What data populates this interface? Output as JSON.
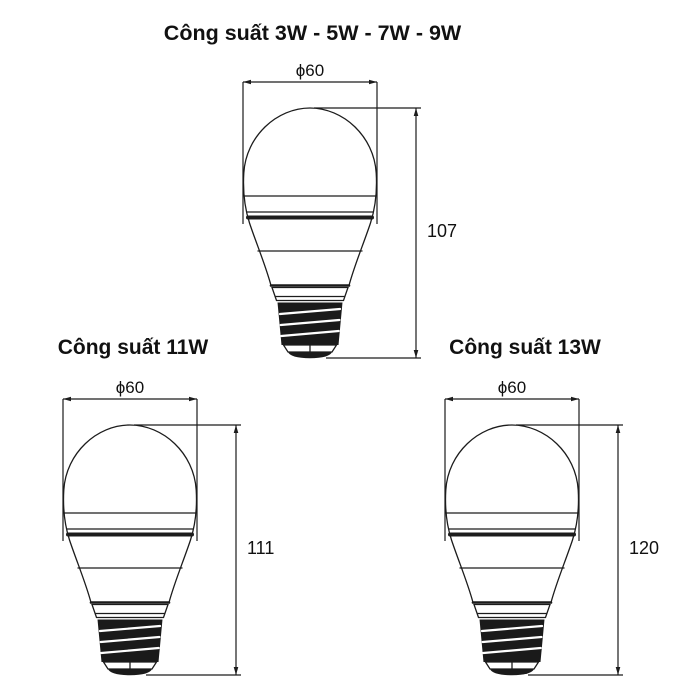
{
  "page": {
    "background_color": "#ffffff",
    "line_color": "#1c1c1c",
    "text_color": "#111111"
  },
  "figures": [
    {
      "title": "Công suất 3W - 5W - 7W - 9W",
      "diameter_label": "ϕ60",
      "height_label": "107"
    },
    {
      "title": "Công suất 11W",
      "diameter_label": "ϕ60",
      "height_label": "111"
    },
    {
      "title": "Công suất 13W",
      "diameter_label": "ϕ60",
      "height_label": "120"
    }
  ]
}
